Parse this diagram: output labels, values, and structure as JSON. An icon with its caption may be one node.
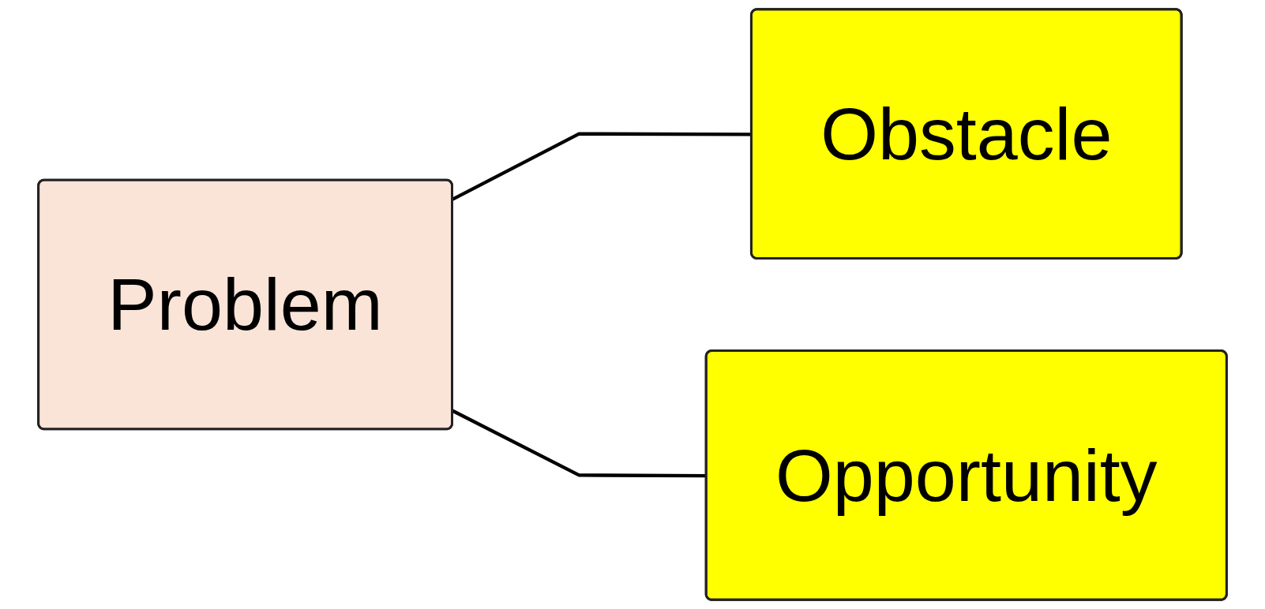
{
  "diagram": {
    "nodes": [
      {
        "text": [
          "Problem"
        ]
      },
      {
        "text": [
          "Obstacle"
        ]
      },
      {
        "text": [
          "Opportunity"
        ]
      }
    ],
    "edges": [
      {
        "from": 0,
        "to": 1,
        "arrow": "none"
      },
      {
        "from": 0,
        "to": 2,
        "arrow": "none"
      }
    ]
  }
}
